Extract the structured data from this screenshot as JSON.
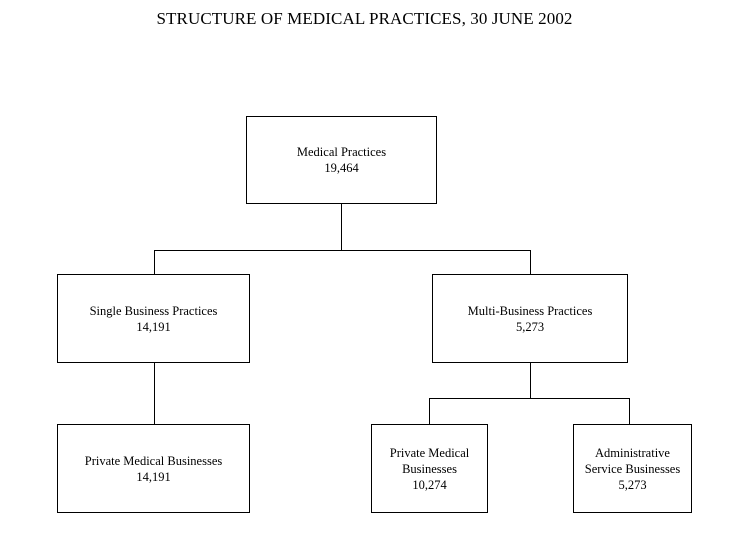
{
  "chart_data": {
    "type": "diagram",
    "subtype": "organisational-hierarchy-tree",
    "title": "STRUCTURE OF MEDICAL PRACTICES, 30 JUNE 2002",
    "nodes": [
      {
        "id": "root",
        "label": "Medical Practices",
        "value": "19,464",
        "level": 1
      },
      {
        "id": "single",
        "label": "Single Business Practices",
        "value": "14,191",
        "level": 2
      },
      {
        "id": "multi",
        "label": "Multi-Business Practices",
        "value": "5,273",
        "level": 2
      },
      {
        "id": "single_pmb",
        "label": "Private Medical Businesses",
        "value": "14,191",
        "level": 3
      },
      {
        "id": "multi_pmb",
        "label": "Private Medical\nBusinesses",
        "value": "10,274",
        "level": 3
      },
      {
        "id": "multi_asb",
        "label": "Administrative\nService Businesses",
        "value": "5,273",
        "level": 3
      }
    ],
    "edges": [
      {
        "from": "root",
        "to": "single"
      },
      {
        "from": "root",
        "to": "multi"
      },
      {
        "from": "single",
        "to": "single_pmb"
      },
      {
        "from": "multi",
        "to": "multi_pmb"
      },
      {
        "from": "multi",
        "to": "multi_asb"
      }
    ],
    "colors": {
      "background": "#ffffff",
      "line": "#000000",
      "text": "#000000",
      "box_fill": "#ffffff"
    }
  },
  "title": "STRUCTURE OF MEDICAL PRACTICES, 30 JUNE 2002",
  "nodes": {
    "root": {
      "label": "Medical Practices",
      "value": "19,464"
    },
    "single": {
      "label": "Single Business Practices",
      "value": "14,191"
    },
    "multi": {
      "label": "Multi-Business Practices",
      "value": "5,273"
    },
    "single_pmb": {
      "label": "Private Medical Businesses",
      "value": "14,191"
    },
    "multi_pmb": {
      "label": "Private Medical\nBusinesses",
      "value": "10,274"
    },
    "multi_asb": {
      "label": "Administrative\nService Businesses",
      "value": "5,273"
    }
  }
}
